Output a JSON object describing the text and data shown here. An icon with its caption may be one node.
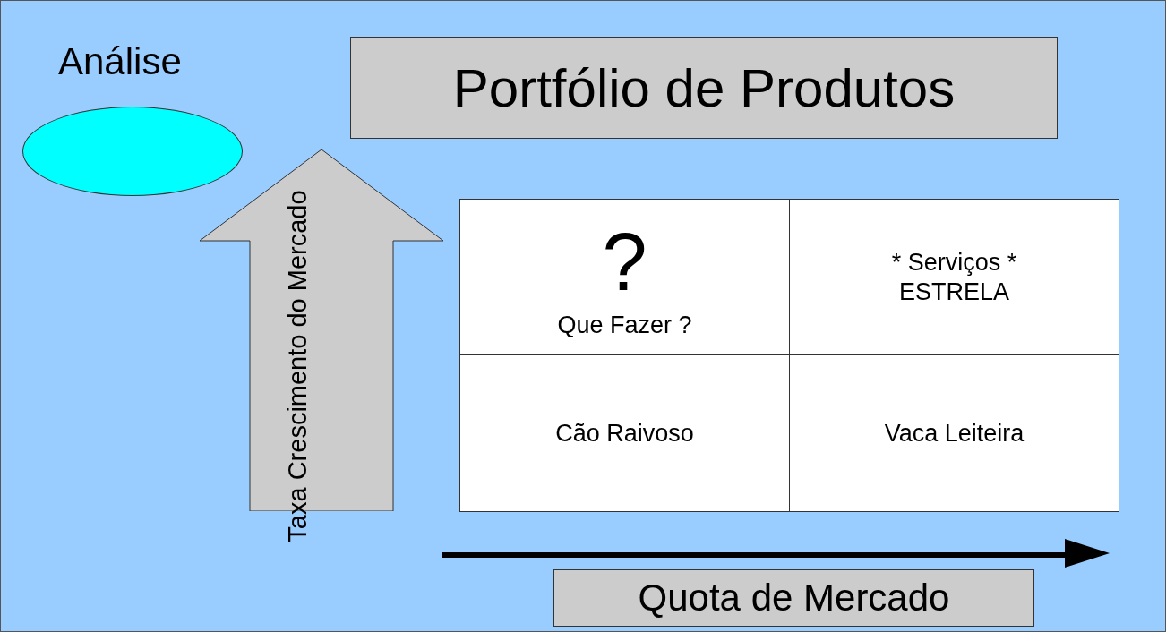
{
  "diagram": {
    "nodes": [
      {
        "text": [],
        "shape": "ellipse"
      },
      {
        "text": [
          "Portfólio de Produtos"
        ]
      },
      {
        "text": [
          "Taxa Crescimento do Mercado"
        ]
      },
      {
        "text": [
          "?",
          "Que Fazer ?"
        ]
      },
      {
        "text": [
          "* Serviços * ESTRELA"
        ]
      },
      {
        "text": [
          "Cão Raivoso"
        ]
      },
      {
        "text": [
          "Vaca Leiteira"
        ]
      },
      {
        "text": [
          "Quota de Mercado"
        ]
      }
    ],
    "edges": [],
    "labels": [
      "Análise"
    ]
  }
}
